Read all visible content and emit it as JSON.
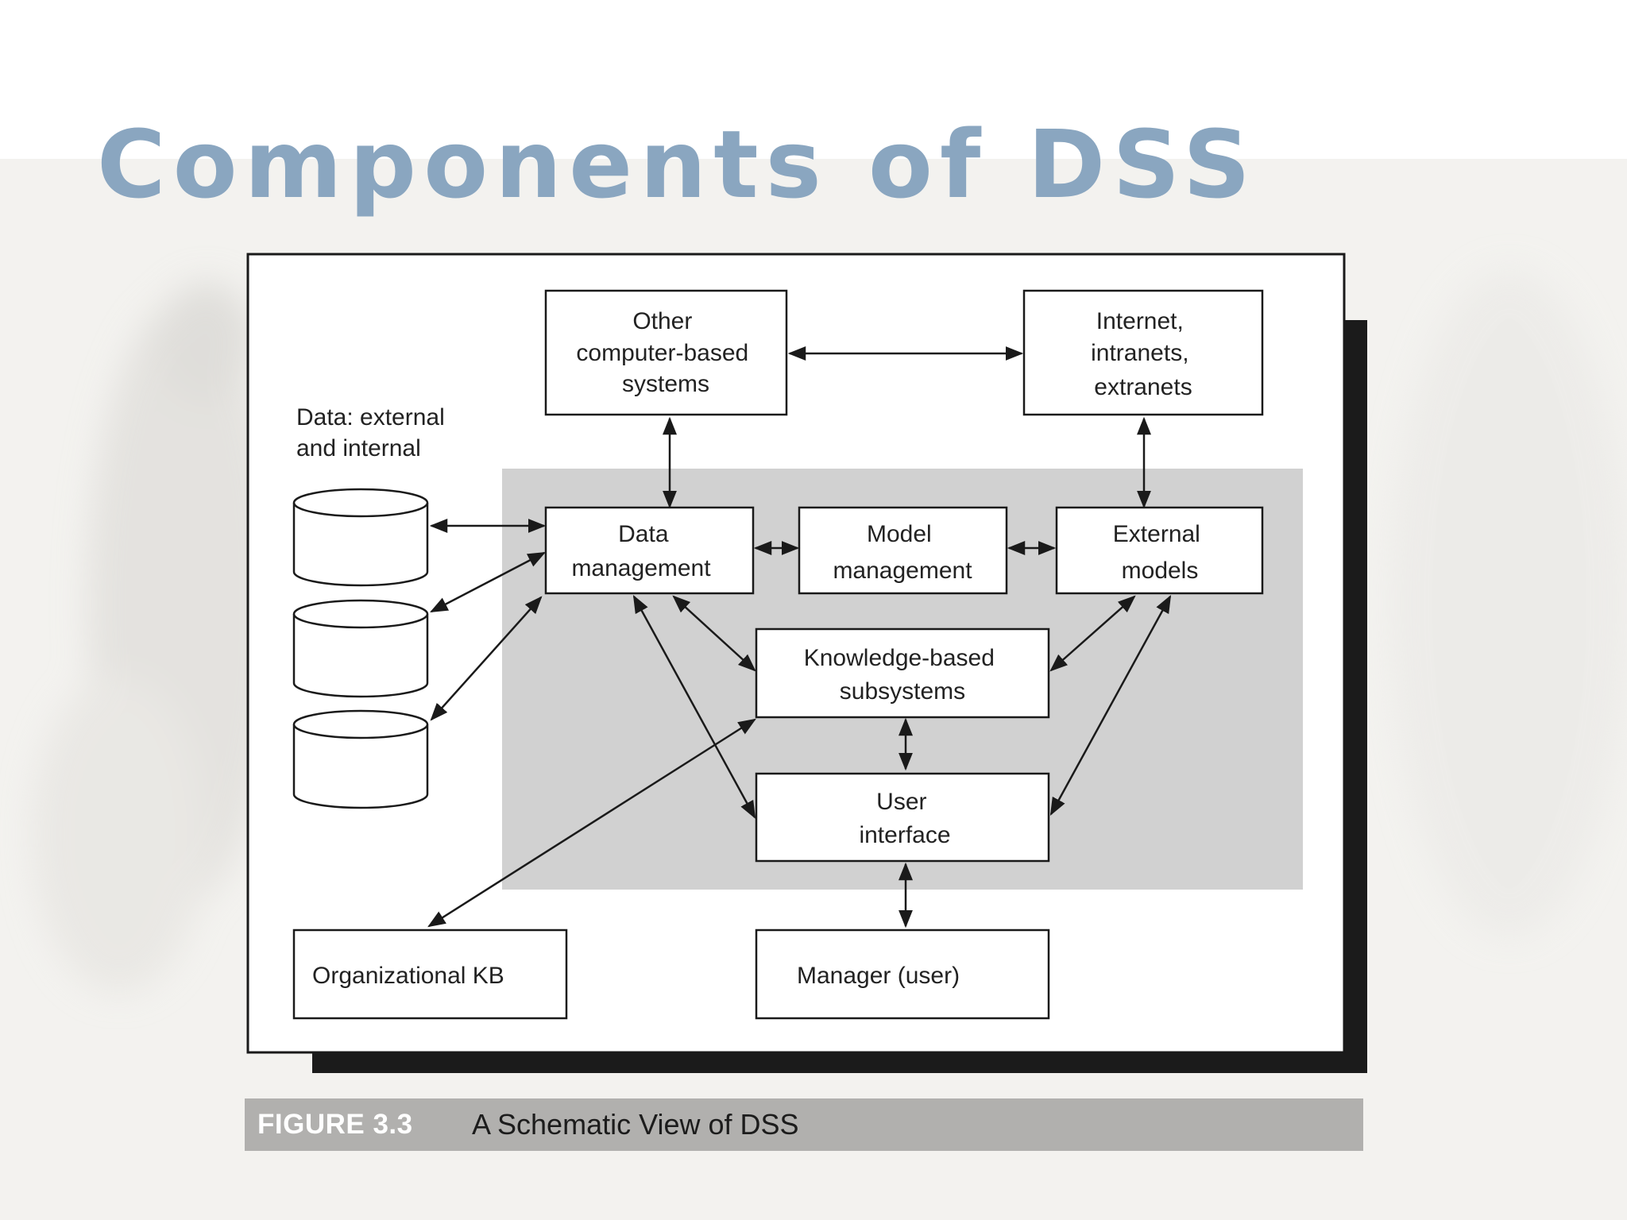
{
  "slide": {
    "title": "Components of DSS"
  },
  "figure": {
    "label": "FIGURE 3.3",
    "caption": "A Schematic View of DSS"
  },
  "diagram": {
    "data_store_label": [
      "Data: external",
      "and internal"
    ],
    "nodes": {
      "other_systems": [
        "Other",
        "computer-based",
        "systems"
      ],
      "internet": [
        "Internet,",
        "intranets,",
        "extranets"
      ],
      "data_management": [
        "Data",
        "management"
      ],
      "model_management": [
        "Model",
        "management"
      ],
      "external_models": [
        "External",
        "models"
      ],
      "knowledge_subsystems": [
        "Knowledge-based",
        "subsystems"
      ],
      "user_interface": [
        "User",
        "interface"
      ],
      "organizational_kb": [
        "Organizational KB"
      ],
      "manager": [
        "Manager (user)"
      ]
    }
  },
  "colors": {
    "title": "#8aa6c0",
    "panel": "#d1d1d1",
    "caption_bar": "#b1b0ae"
  }
}
